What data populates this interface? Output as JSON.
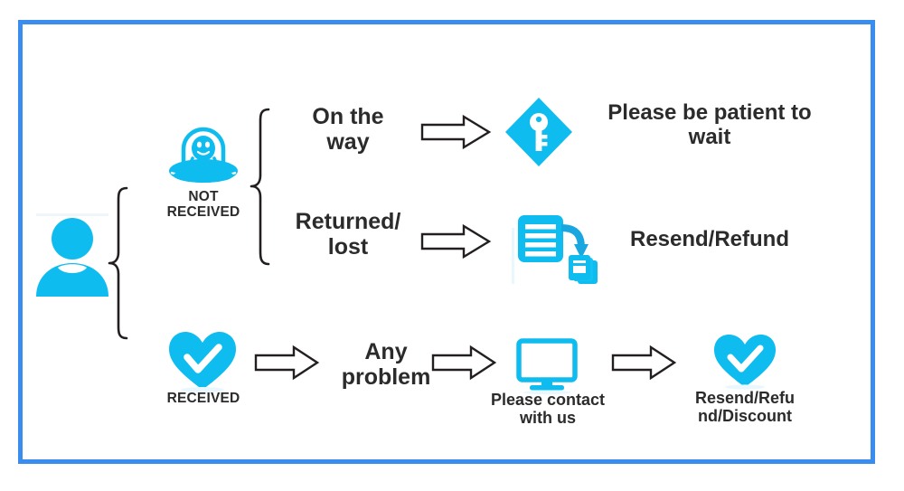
{
  "diagram": {
    "title": "Order status handling flow",
    "frame_color": "#3a8dee",
    "accent_color": "#0fbcef",
    "text_color": "#2b2b2b",
    "arrow_outline_color": "#231f20",
    "background": "#ffffff"
  },
  "customer": {
    "icon": "person-icon",
    "label": ""
  },
  "branches": {
    "not_received": {
      "icon": "ufo-alien-icon",
      "caption": "NOT\nRECEIVED"
    },
    "received": {
      "icon": "heart-check-icon",
      "caption": "RECEIVED"
    }
  },
  "rows": [
    {
      "id": "on-the-way",
      "condition": "On the\nway",
      "arrow": "arrow-right-icon",
      "result_icon": "key-diamond-icon",
      "result_text": "Please be patient to\nwait"
    },
    {
      "id": "returned-lost",
      "condition": "Returned/\nlost",
      "arrow": "arrow-right-icon",
      "result_icon": "documents-refund-icon",
      "result_text": "Resend/Refund"
    }
  ],
  "received_flow": {
    "arrow1": "arrow-right-icon",
    "condition": "Any\nproblem",
    "arrow2": "arrow-right-icon",
    "contact_icon": "monitor-icon",
    "contact_text": "Please contact\nwith us",
    "arrow3": "arrow-right-icon",
    "outcome_icon": "heart-check-icon",
    "outcome_text": "Resend/Refu\nnd/Discount"
  }
}
